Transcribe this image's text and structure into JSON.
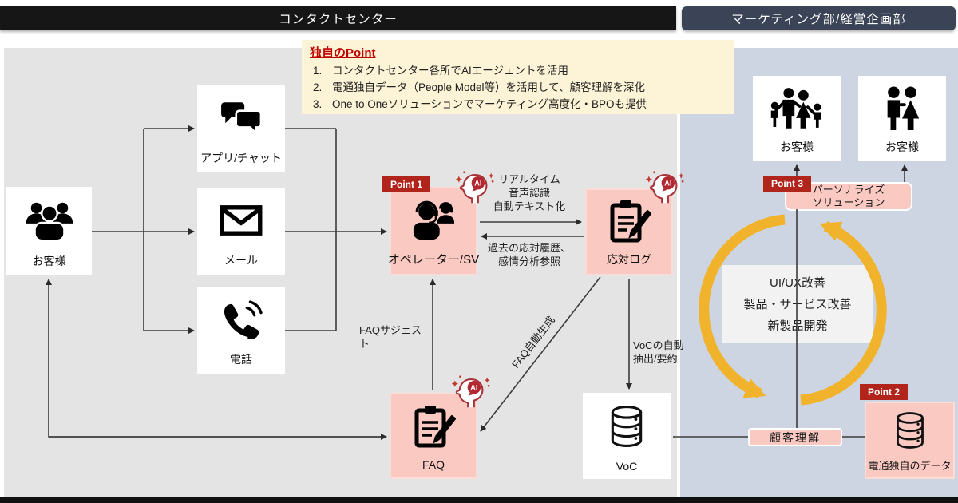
{
  "header": {
    "left": "コンタクトセンター",
    "right": "マーケティング部/経営企画部"
  },
  "note": {
    "title": "独自のPoint",
    "items": [
      {
        "num": "1.",
        "text": "コンタクトセンター各所でAIエージェントを活用"
      },
      {
        "num": "2.",
        "text": "電通独自データ（People Model等）を活用して、顧客理解を深化"
      },
      {
        "num": "3.",
        "text": "One to Oneソリューションでマーケティング高度化・BPOも提供"
      }
    ]
  },
  "nodes": {
    "customer_left": {
      "label": "お客様"
    },
    "app_chat": {
      "label": "アプリ/チャット"
    },
    "mail": {
      "label": "メール"
    },
    "phone": {
      "label": "電話"
    },
    "operator": {
      "label": "オペレーター/SV",
      "badge": "Point 1"
    },
    "response_log": {
      "label": "応対ログ"
    },
    "faq": {
      "label": "FAQ"
    },
    "voc": {
      "label": "VoC"
    },
    "customer_family": {
      "label": "お客様"
    },
    "customer_couple": {
      "label": "お客様"
    },
    "personalize": {
      "lines": [
        "パーソナライズ",
        "ソリューション"
      ],
      "badge": "Point 3"
    },
    "dentsu_data": {
      "label": "電通独自のデータ",
      "badge": "Point 2"
    },
    "customer_understanding": {
      "label": "顧客理解"
    },
    "improvement_cycle": {
      "lines": [
        "UI/UX改善",
        "製品・サービス改善",
        "新製品開発"
      ]
    }
  },
  "edge_labels": {
    "realtime": [
      "リアルタイム",
      "音声認識",
      "自動テキスト化"
    ],
    "history": [
      "過去の応対履歴、",
      "感情分析参照"
    ],
    "faq_suggest": "FAQサジェスト",
    "faq_autogen": "FAQ自動生成",
    "voc_extract": [
      "VoCの自動",
      "抽出/要約"
    ]
  },
  "ai_icon": {
    "label": "AI"
  },
  "icons": [
    "people-group-icon",
    "chat-bubbles-icon",
    "envelope-icon",
    "phone-icon",
    "operator-headset-icon",
    "clipboard-pencil-icon",
    "database-icon",
    "family-icon",
    "couple-icon",
    "ai-head-icon",
    "cycle-arrows"
  ],
  "colors": {
    "accent_red": "#b0241c",
    "pink": "#fac9c2",
    "gold": "#f0b32b",
    "blue_bg": "#ced5e2",
    "gray_bg": "#e4e4e4",
    "note_bg": "#fdf3d6",
    "note_title_red": "#c00000",
    "header_left_bg": "#161616",
    "header_right_bg": "#3b4456"
  }
}
